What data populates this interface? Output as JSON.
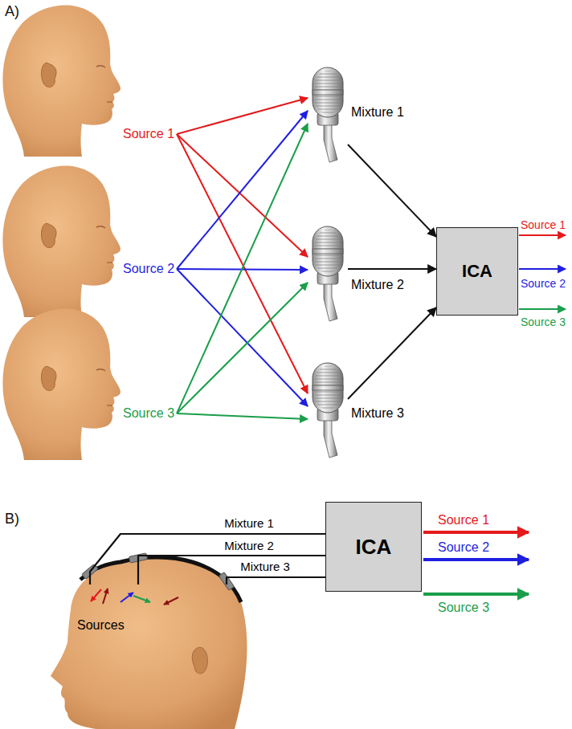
{
  "diagram": {
    "nodes": [
      {
        "text": [
          "Source 1"
        ]
      },
      {
        "text": [
          "Source 2"
        ]
      },
      {
        "text": [
          "Source 3"
        ]
      },
      {
        "text": [
          "Mixture 1"
        ]
      },
      {
        "text": [
          "Mixture 2"
        ]
      },
      {
        "text": [
          "Mixture 3"
        ]
      },
      {
        "text": [
          "ICA"
        ]
      },
      {
        "text": [
          "Sources"
        ]
      },
      {
        "text": [
          "ICA"
        ]
      }
    ],
    "edges": [
      {
        "from": 0,
        "to": 3,
        "arrow": "to"
      },
      {
        "from": 0,
        "to": 4,
        "arrow": "to"
      },
      {
        "from": 0,
        "to": 5,
        "arrow": "to"
      },
      {
        "from": 1,
        "to": 3,
        "arrow": "to"
      },
      {
        "from": 1,
        "to": 4,
        "arrow": "to"
      },
      {
        "from": 1,
        "to": 5,
        "arrow": "to"
      },
      {
        "from": 2,
        "to": 3,
        "arrow": "to"
      },
      {
        "from": 2,
        "to": 4,
        "arrow": "to"
      },
      {
        "from": 2,
        "to": 5,
        "arrow": "to"
      },
      {
        "from": 3,
        "to": 6,
        "arrow": "to"
      },
      {
        "from": 4,
        "to": 6,
        "arrow": "to"
      },
      {
        "from": 5,
        "to": 6,
        "arrow": "to"
      },
      {
        "from": 7,
        "to": 8,
        "label": "Mixture 1",
        "arrow": "none"
      },
      {
        "from": 7,
        "to": 8,
        "label": "Mixture 2",
        "arrow": "none"
      },
      {
        "from": 7,
        "to": 8,
        "label": "Mixture 3",
        "arrow": "none"
      }
    ],
    "labels": [
      "A)",
      "Source 1",
      "Source 2",
      "Source 3",
      "B)",
      "Source 1",
      "Source 2",
      "Source 3"
    ]
  }
}
